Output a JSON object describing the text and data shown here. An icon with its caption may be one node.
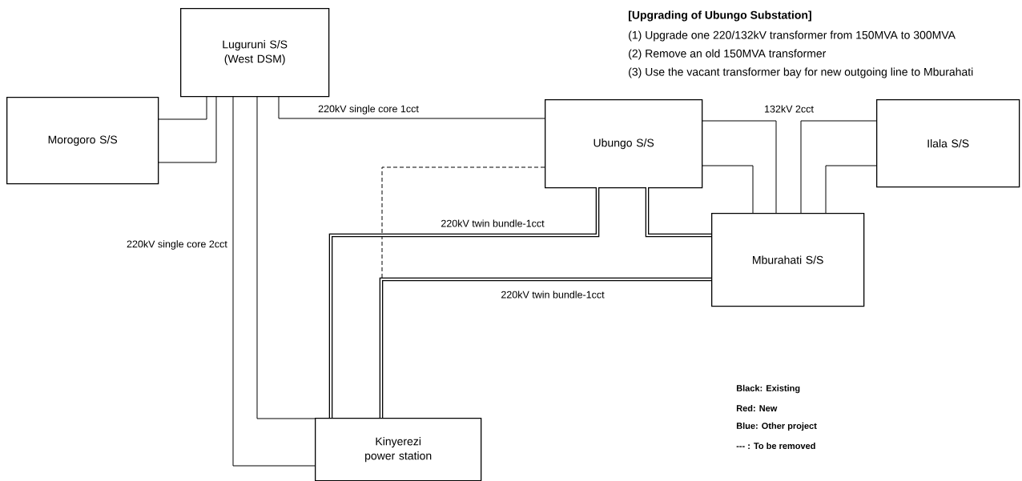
{
  "diagram": {
    "nodes": [
      {
        "text": [
          "Luguruni S/S (West DSM)"
        ]
      },
      {
        "text": [
          "Morogoro S/S"
        ]
      },
      {
        "text": [
          "Ubungo S/S"
        ]
      },
      {
        "text": [
          "Ilala S/S"
        ]
      },
      {
        "text": [
          "Mburahati S/S"
        ]
      },
      {
        "text": [
          "Kinyerezi power station"
        ]
      }
    ],
    "edges": [
      {
        "from": 0,
        "to": 1,
        "arrow": "none"
      },
      {
        "from": 0,
        "to": 1,
        "arrow": "none"
      },
      {
        "from": 0,
        "to": 2,
        "arrow": "none",
        "label": "220kV single core 1cct"
      },
      {
        "from": 0,
        "to": 5,
        "arrow": "none",
        "label": "220kV single core 2cct"
      },
      {
        "from": 0,
        "to": 5,
        "arrow": "none"
      },
      {
        "from": 2,
        "to": 5,
        "arrow": "none",
        "style": "dashed"
      },
      {
        "from": 2,
        "to": 5,
        "arrow": "none",
        "style": "thick",
        "label": "220kV twin bundle-1cct"
      },
      {
        "from": 2,
        "to": 4,
        "arrow": "none",
        "style": "thick"
      },
      {
        "from": 2,
        "to": 4,
        "arrow": "none",
        "label": "132kV 2cct"
      },
      {
        "from": 2,
        "to": 4,
        "arrow": "none"
      },
      {
        "from": 3,
        "to": 4,
        "arrow": "none"
      },
      {
        "from": 3,
        "to": 4,
        "arrow": "none"
      },
      {
        "from": 4,
        "to": 5,
        "arrow": "none",
        "style": "thick",
        "label": "220kV twin bundle-1cct"
      }
    ],
    "labels": [
      "[Upgrading of Ubungo Substation]",
      "(1) Upgrade one 220/132kV transformer from 150MVA to 300MVA",
      "(2) Remove an old 150MVA transformer",
      "(3) Use the vacant transformer bay for new outgoing line to Mburahati",
      "Black: Existing",
      "Red: New",
      "Blue: Other project",
      "---  :  To be removed"
    ]
  }
}
